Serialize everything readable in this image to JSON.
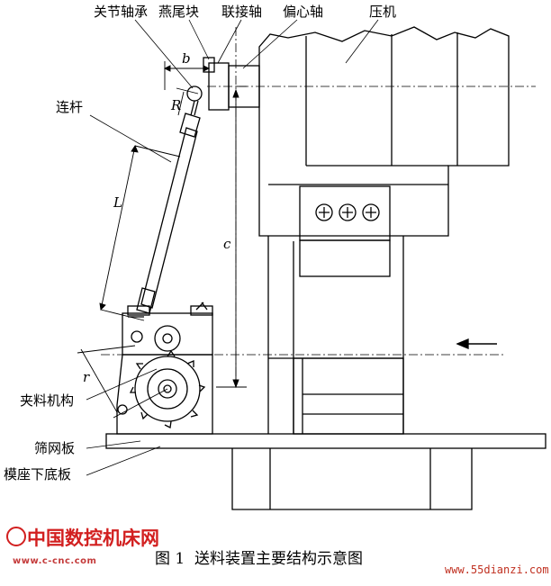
{
  "labels": {
    "knuckle_bearing": "关节轴承",
    "dovetail_block": "燕尾块",
    "connecting_shaft": "联接轴",
    "eccentric_shaft": "偏心轴",
    "press": "压机",
    "link_rod": "连杆",
    "clamping_mechanism": "夹料机构",
    "screen_plate": "筛网板",
    "die_base_plate": "模座下底板"
  },
  "dims": {
    "b": "b",
    "R": "R",
    "L": "L",
    "c": "c",
    "r": "r"
  },
  "caption": {
    "number": "图 1",
    "text": "送料装置主要结构示意图"
  },
  "watermarks": {
    "left_logo_text": "中国数控机床网",
    "left_url": "www.c-cnc.com",
    "right_url": "www.55dianzi.com"
  },
  "colors": {
    "line": "#000000",
    "watermark_red": "#d21f1f"
  }
}
